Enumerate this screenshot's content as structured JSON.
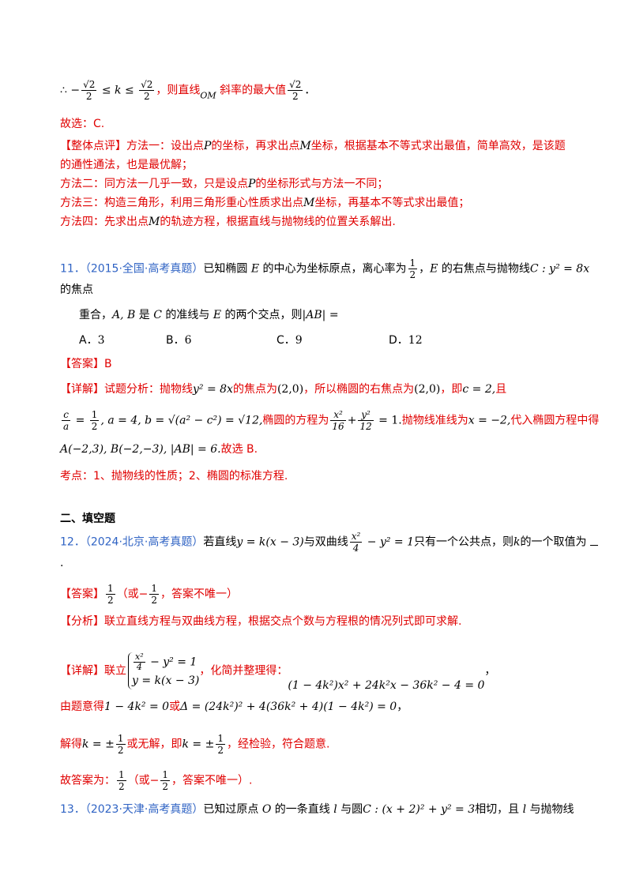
{
  "l1": {
    "pre": "∴ −",
    "mid": " ≤ k ≤ ",
    "text1": "，则直线",
    "om": "OM",
    "text2": " 斜率的最大值",
    "end": "．",
    "sqrt2": "√2",
    "two": "2"
  },
  "l2": "故选：C.",
  "l3": {
    "tag": "【整体点评】",
    "a": "方法一：设出点",
    "p": "P",
    "b": "的坐标，再求出点",
    "m": "M",
    "c": "坐标，根据基本不等式求出最值，简单高效，是该题"
  },
  "l4": "的通性通法，也是最优解；",
  "l5": {
    "a": "方法二：同方法一几乎一致，只是设点",
    "p": "P",
    "b": "的坐标形式与方法一不同；"
  },
  "l6": {
    "a": "方法三：构造三角形，利用三角形重心性质求出点",
    "m": "M",
    "b": "坐标，再基本不等式求出最值；"
  },
  "l7": {
    "a": "方法四：先求出点",
    "m": "M",
    "b": "的轨迹方程，根据直线与抛物线的位置关系解出."
  },
  "q11": {
    "num": "11．",
    "src": "（2015·全国·高考真题）",
    "a": "已知椭圆 ",
    "E": "E",
    "b": " 的中心为坐标原点，离心率为",
    "half_n": "1",
    "half_d": "2",
    "c": "，",
    "E2": "E",
    "d": " 的右焦点与抛物线",
    "eq": "C : y² = 8x",
    "e": "的焦点"
  },
  "q11b": {
    "a": "重合，",
    "ab": "A, B",
    "b": " 是 ",
    "c_": "C",
    "c": " 的准线与 ",
    "E": "E",
    "d": " 的两个交点，则",
    "abs": "|AB| ="
  },
  "opts": [
    {
      "k": "A．",
      "v": "3"
    },
    {
      "k": "B．",
      "v": "6"
    },
    {
      "k": "C．",
      "v": "9"
    },
    {
      "k": "D．",
      "v": "12"
    }
  ],
  "ans11": {
    "tag": "【答案】",
    "v": "B"
  },
  "det11": {
    "tag": "【详解】",
    "a": "试题分析：抛物线",
    "eq": "y² = 8x",
    "b": "的焦点为",
    "pt": "(2,0)",
    "c": "，所以椭圆的右焦点为",
    "pt2": "(2,0)",
    "d": "，即",
    "ce": "c = 2,",
    "e": "且"
  },
  "det11b": {
    "c": "c",
    "a": "a",
    "eq1": " = ",
    "n1": "1",
    "d1": "2",
    "eq2": ", a = 4, b = √(a² − c²) = √12,",
    "t1": "椭圆的方程为",
    "x2": "x²",
    "d16": "16",
    "plus": "+",
    "y2": "y²",
    "d12": "12",
    "eq3": " = 1.",
    "t2": "抛物线准线为",
    "xe": "x = −2,",
    "t3": "代入椭圆方程中得"
  },
  "det11c": {
    "eq": "A(−2,3), B(−2,−3), |AB| = 6.",
    "t": "故选 B."
  },
  "kd": "考点：1、抛物线的性质；2、椭圆的标准方程.",
  "sec2": "二、填空题",
  "q12": {
    "num": "12．",
    "src": "（2024·北京·高考真题）",
    "a": "若直线",
    "eq1": "y = k(x − 3)",
    "b": "与双曲线",
    "x2": "x²",
    "d4": "4",
    "eq2": " − y² = 1",
    "c": "只有一个公共点，则",
    "k": "k",
    "d": "的一个取值为"
  },
  "q12b": ".",
  "ans12": {
    "tag": "【答案】",
    "n": "1",
    "d": "2",
    "rest": "（或−",
    "rest2": "，答案不唯一）"
  },
  "ana12": {
    "tag": "【分析】",
    "t": "联立直线方程与双曲线方程，根据交点个数与方程根的情况列式即可求解."
  },
  "det12": {
    "tag": "【详解】",
    "a": "联立",
    "s1_x": "x²",
    "s1_d": "4",
    "s1_r": " − y² = 1",
    "s2": "y = k(x − 3)",
    "b": "，化简并整理得：",
    "eq": "(1 − 4k²)x² + 24k²x − 36k² − 4 = 0",
    "c": "，"
  },
  "det12b": {
    "a": "由题意得",
    "eq1": "1 − 4k² = 0",
    "b": "或",
    "eq2": "Δ = (24k²)² + 4(36k² + 4)(1 − 4k²) = 0",
    "c": "，"
  },
  "det12c": {
    "a": "解得",
    "k1": "k = ±",
    "b": "或无解，即",
    "k2": "k = ±",
    "c": "，经检验，符合题意."
  },
  "fin12": {
    "a": "故答案为：",
    "b": "（或−",
    "c": "，答案不唯一）."
  },
  "q13": {
    "num": "13．",
    "src": "（2023·天津·高考真题）",
    "a": "已知过原点 ",
    "o": "O",
    "b": " 的一条直线 ",
    "l": "l",
    "c": " 与圆",
    "eq": "C : (x + 2)² + y² = 3",
    "d": "相切，且 ",
    "l2": "l",
    "e": " 与抛物线"
  }
}
